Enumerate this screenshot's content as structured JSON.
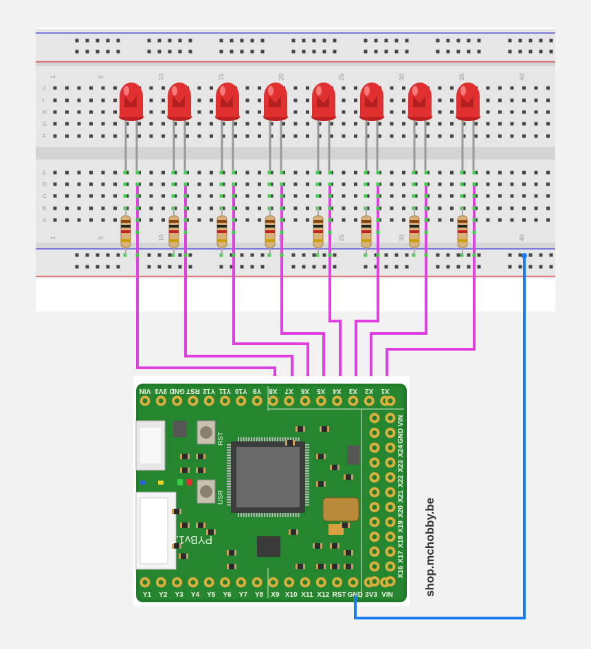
{
  "breadboard": {
    "row_letters_top": [
      "J",
      "I",
      "H",
      "G",
      "F"
    ],
    "row_letters_bottom": [
      "E",
      "D",
      "C",
      "B",
      "A"
    ],
    "column_numbers": [
      "1",
      "5",
      "10",
      "15",
      "20",
      "25",
      "30",
      "35",
      "40"
    ]
  },
  "leds": {
    "count": 8,
    "color": "#e03030"
  },
  "resistors": {
    "count": 8
  },
  "board": {
    "name": "PYBv1.0",
    "button_rst": "RST",
    "button_usr": "USR",
    "top_pins_left": [
      "VIN",
      "3V3",
      "GND",
      "RST",
      "Y12",
      "Y11",
      "Y10",
      "Y9"
    ],
    "top_pins_right": [
      "X8",
      "X7",
      "X6",
      "X5",
      "X4",
      "X3",
      "X2",
      "X1"
    ],
    "right_pins": [
      "VIN",
      "GND",
      "X24",
      "X23",
      "X22",
      "X21",
      "X20",
      "X19",
      "X18",
      "X17",
      "X16"
    ],
    "bottom_pins": [
      "Y1",
      "Y2",
      "Y3",
      "Y4",
      "Y5",
      "Y6",
      "Y7",
      "Y8",
      "X9",
      "X10",
      "X11",
      "X12",
      "RST",
      "GND",
      "3V3",
      "VIN"
    ]
  },
  "wires": {
    "signal_color": "#e040e0",
    "ground_color": "#1a7cf0"
  },
  "credit": "shop.mchobby.be"
}
